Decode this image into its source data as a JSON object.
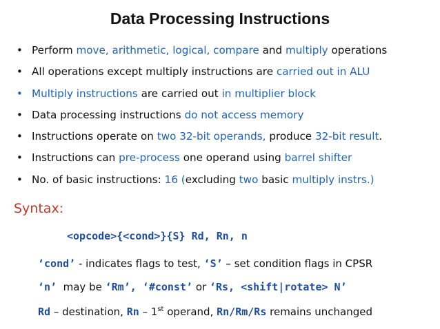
{
  "title": "Data Processing Instructions",
  "bullet_char": "•",
  "bullets": [
    {
      "color": "black",
      "segments": [
        {
          "t": "Perform ",
          "c": "k"
        },
        {
          "t": "move, arithmetic, logical, compare",
          "c": "b"
        },
        {
          "t": " and ",
          "c": "k"
        },
        {
          "t": "multiply",
          "c": "b"
        },
        {
          "t": " operations",
          "c": "k"
        }
      ]
    },
    {
      "color": "black",
      "segments": [
        {
          "t": "All operations except multiply instructions are ",
          "c": "k"
        },
        {
          "t": "carried out in ALU",
          "c": "b"
        }
      ]
    },
    {
      "color": "blue",
      "segments": [
        {
          "t": "Multiply instructions",
          "c": "b"
        },
        {
          "t": " are carried out ",
          "c": "k"
        },
        {
          "t": "in multiplier block",
          "c": "b"
        }
      ]
    },
    {
      "color": "black",
      "segments": [
        {
          "t": "Data processing instructions ",
          "c": "k"
        },
        {
          "t": "do not access memory",
          "c": "b"
        }
      ]
    },
    {
      "color": "black",
      "segments": [
        {
          "t": "Instructions operate on ",
          "c": "k"
        },
        {
          "t": "two 32-bit operands,",
          "c": "b"
        },
        {
          "t": " produce ",
          "c": "k"
        },
        {
          "t": "32-bit result",
          "c": "b"
        },
        {
          "t": ".",
          "c": "k"
        }
      ]
    },
    {
      "color": "black",
      "segments": [
        {
          "t": "Instructions can ",
          "c": "k"
        },
        {
          "t": "pre-process",
          "c": "b"
        },
        {
          "t": " one operand using ",
          "c": "k"
        },
        {
          "t": "barrel shifter",
          "c": "b"
        }
      ]
    },
    {
      "color": "black",
      "segments": [
        {
          "t": "No. of basic instructions: ",
          "c": "k"
        },
        {
          "t": "16 (",
          "c": "b"
        },
        {
          "t": "excluding ",
          "c": "k"
        },
        {
          "t": "two",
          "c": "b"
        },
        {
          "t": " basic ",
          "c": "k"
        },
        {
          "t": "multiply instrs.)",
          "c": "b"
        }
      ]
    }
  ],
  "syntax": {
    "label": "Syntax:",
    "line": "<opcode>{<cond>}{S} Rd, Rn, n"
  },
  "notes": {
    "cond_code": "‘cond’",
    "cond_text": " - indicates flags to test,  ",
    "s_code": "‘S’",
    "s_text": " – set condition flags in CPSR",
    "n_code": "‘n’",
    "n_text1": "  may be ",
    "rm_code": "‘Rm’, ‘#const’",
    "n_text2": " or ",
    "rs_code": "‘Rs, <shift|rotate> N’",
    "rd_code": "Rd",
    "rd_text": " – destination, ",
    "rn_code": "Rn",
    "rn_text": " – 1",
    "rn_sup": "st",
    "rn_text2": " operand, ",
    "rmrs_code": "Rn/Rm/Rs",
    "rmrs_text": " remains unchanged"
  },
  "colors": {
    "blue": "#1e63b8",
    "red": "#c0392b",
    "code": "#1f4e9e",
    "text": "#111111"
  }
}
